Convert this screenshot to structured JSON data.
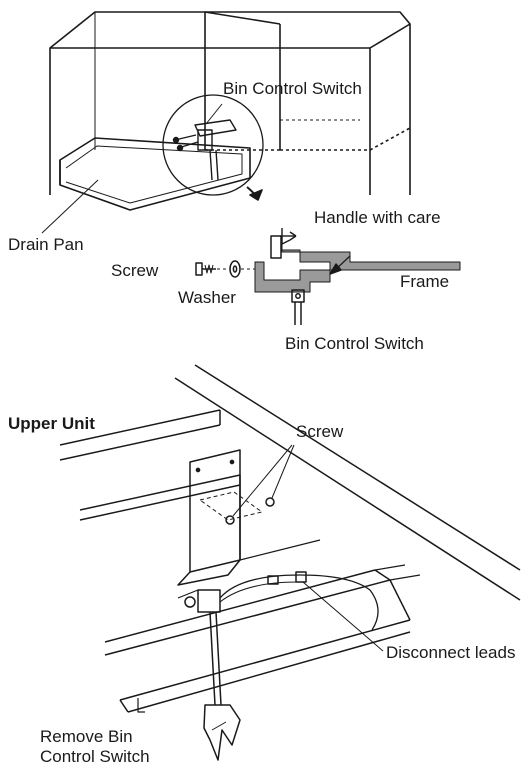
{
  "top_diagram": {
    "labels": {
      "bin_control_switch": "Bin Control Switch",
      "handle_with_care": "Handle with care",
      "drain_pan": "Drain Pan",
      "screw": "Screw",
      "washer": "Washer",
      "frame": "Frame",
      "bin_control_switch_detail": "Bin Control Switch"
    }
  },
  "bottom_diagram": {
    "labels": {
      "upper_unit": "Upper Unit",
      "screw": "Screw",
      "disconnect_leads": "Disconnect leads",
      "remove_line1": "Remove Bin",
      "remove_line2": "Control Switch"
    }
  },
  "colors": {
    "line": "#1a1a1a",
    "shade": "#9a9a9a",
    "background": "#ffffff"
  }
}
